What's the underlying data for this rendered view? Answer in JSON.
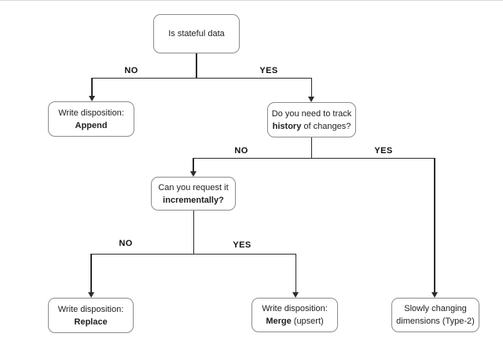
{
  "diagram": {
    "title": "write-disposition decision flowchart",
    "nodes": {
      "root": {
        "lines": [
          [
            {
              "t": "Is stateful data",
              "b": false
            }
          ]
        ]
      },
      "append": {
        "lines": [
          [
            {
              "t": "Write disposition:",
              "b": false
            }
          ],
          [
            {
              "t": "Append",
              "b": true
            }
          ]
        ]
      },
      "history": {
        "lines": [
          [
            {
              "t": "Do you need to track",
              "b": false
            }
          ],
          [
            {
              "t": "history",
              "b": true
            },
            {
              "t": " of changes?",
              "b": false
            }
          ]
        ]
      },
      "incremental": {
        "lines": [
          [
            {
              "t": "Can you request it",
              "b": false
            }
          ],
          [
            {
              "t": "incrementally?",
              "b": true
            }
          ]
        ]
      },
      "replace": {
        "lines": [
          [
            {
              "t": "Write disposition:",
              "b": false
            }
          ],
          [
            {
              "t": "Replace",
              "b": true
            }
          ]
        ]
      },
      "merge": {
        "lines": [
          [
            {
              "t": "Write disposition:",
              "b": false
            }
          ],
          [
            {
              "t": "Merge",
              "b": true
            },
            {
              "t": " (upsert)",
              "b": false
            }
          ]
        ]
      },
      "scd": {
        "lines": [
          [
            {
              "t": "Slowly changing",
              "b": false
            }
          ],
          [
            {
              "t": "dimensions (Type-2)",
              "b": false
            }
          ]
        ]
      }
    },
    "edge_labels": {
      "root_no": "NO",
      "root_yes": "YES",
      "history_no": "NO",
      "history_yes": "YES",
      "incremental_no": "NO",
      "incremental_yes": "YES"
    },
    "colors": {
      "line": "#2b2b2b",
      "box_border": "#8c8c8c",
      "text": "#212121",
      "background": "#ffffff",
      "top_border": "#d9d9d9"
    }
  }
}
